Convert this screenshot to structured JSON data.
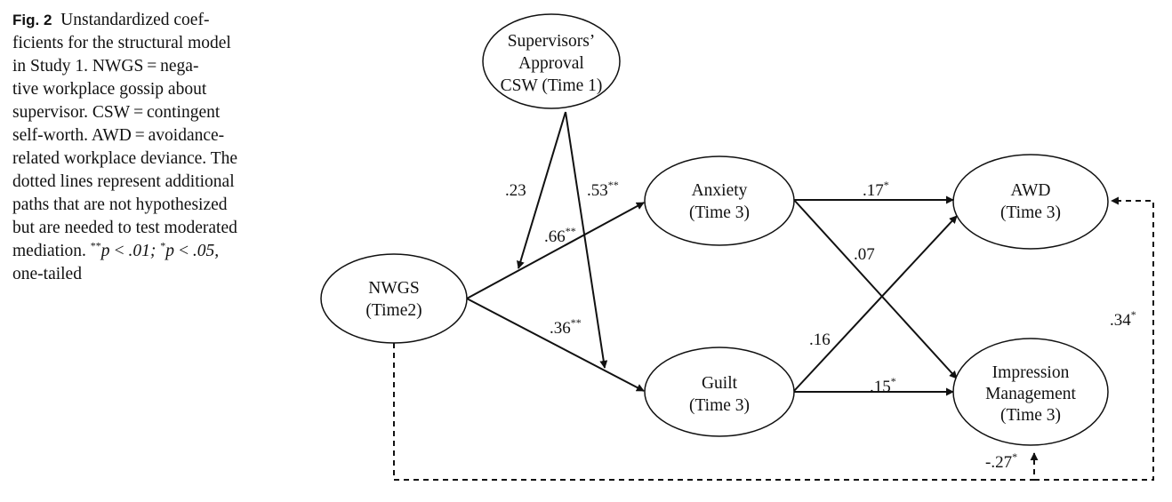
{
  "caption": {
    "figure_number": "Fig. 2",
    "lines": [
      "Unstandardized coef-",
      "ficients for the structural model",
      "in Study 1. NWGS = nega-",
      "tive workplace gossip about",
      "supervisor. CSW = contingent",
      "self-worth. AWD = avoidance-",
      "related workplace deviance. The",
      "dotted lines represent additional",
      "paths that are not hypothesized",
      "but are needed to test moderated"
    ],
    "sig": {
      "prefix": "mediation. ",
      "sig2_mark": "**",
      "sig2_text": "p < .01; ",
      "sig1_mark": "*",
      "sig1_text": "p < .05,"
    },
    "last_line": "one-tailed"
  },
  "diagram": {
    "nodes": {
      "supervisors": [
        "Supervisors’",
        "Approval",
        "CSW (Time 1)"
      ],
      "nwgs": [
        "NWGS",
        "(Time2)"
      ],
      "anxiety": [
        "Anxiety",
        "(Time 3)"
      ],
      "guilt": [
        "Guilt",
        "(Time 3)"
      ],
      "awd": [
        "AWD",
        "(Time 3)"
      ],
      "impression": [
        "Impression",
        "Management",
        "(Time 3)"
      ]
    },
    "paths": {
      "sup_to_nwgs": {
        "value": ".23",
        "stars": ""
      },
      "sup_to_guilt": {
        "value": ".53",
        "stars": "**"
      },
      "nwgs_to_anxiety": {
        "value": ".66",
        "stars": "**"
      },
      "nwgs_to_guilt": {
        "value": ".36",
        "stars": "**"
      },
      "anxiety_to_awd": {
        "value": ".17",
        "stars": "*"
      },
      "anxiety_to_impression": {
        "value": ".07",
        "stars": ""
      },
      "guilt_to_awd": {
        "value": ".16",
        "stars": ""
      },
      "guilt_to_impression": {
        "value": ".15",
        "stars": "*"
      },
      "nwgs_to_impression_dotted": {
        "value": "-.27",
        "stars": "*"
      },
      "nwgs_to_awd_dotted": {
        "value": ".34",
        "stars": "*"
      }
    }
  }
}
